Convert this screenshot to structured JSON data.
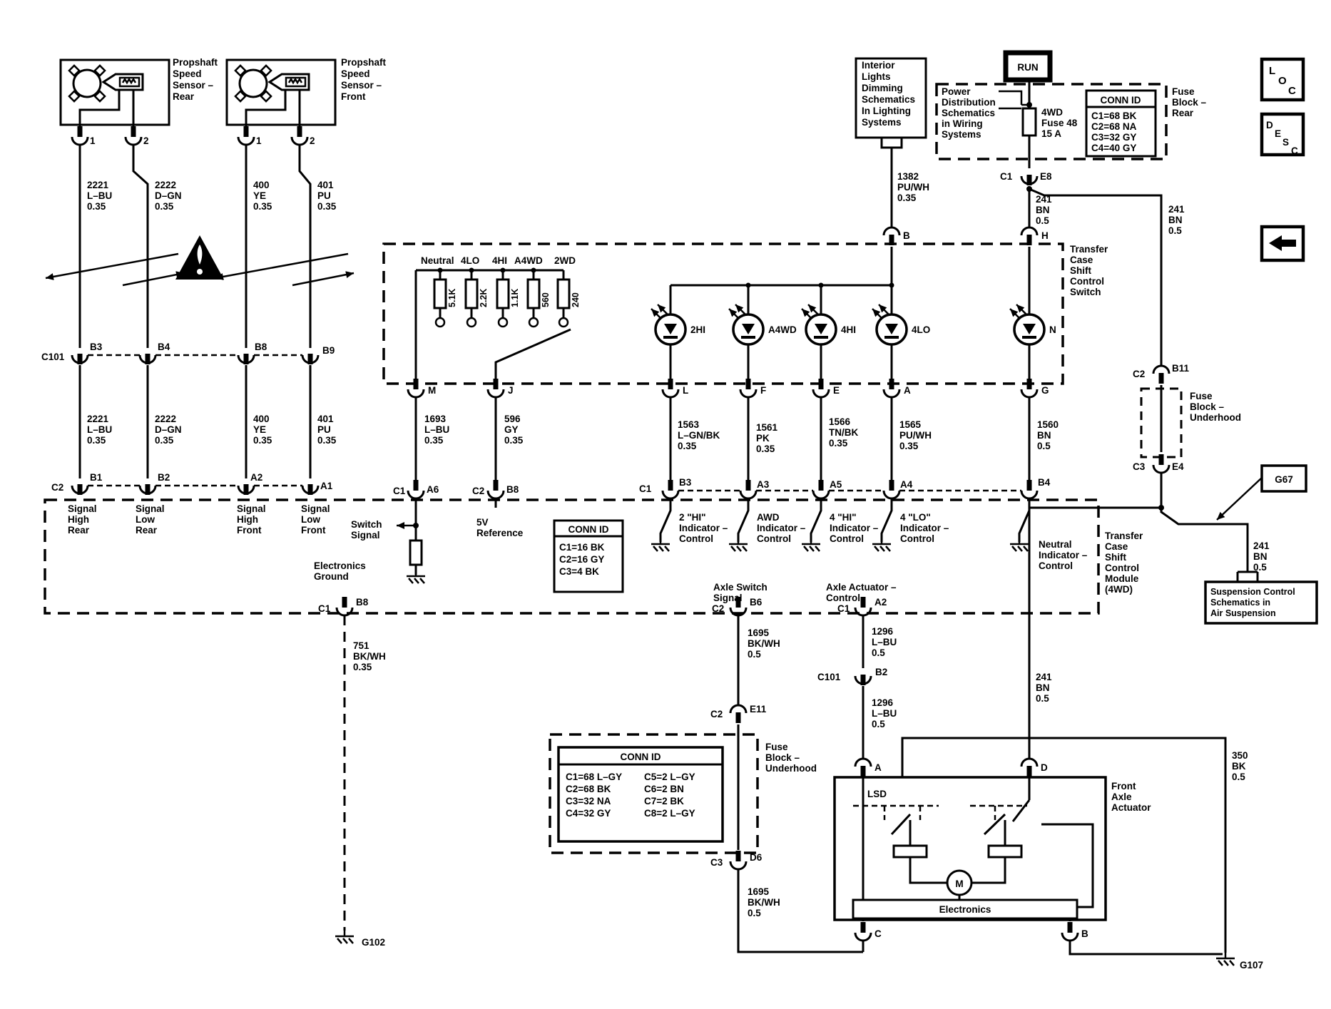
{
  "sensor_rear": {
    "l1": "Propshaft",
    "l2": "Speed",
    "l3": "Sensor –",
    "l4": "Rear"
  },
  "sensor_front": {
    "l1": "Propshaft",
    "l2": "Speed",
    "l3": "Sensor –",
    "l4": "Front"
  },
  "wire": {
    "2221": {
      "code": "2221",
      "color": "L–BU",
      "size": "0.35"
    },
    "2222": {
      "code": "2222",
      "color": "D–GN",
      "size": "0.35"
    },
    "400": {
      "code": "400",
      "color": "YE",
      "size": "0.35"
    },
    "401": {
      "code": "401",
      "color": "PU",
      "size": "0.35"
    },
    "1693": {
      "code": "1693",
      "color": "L–BU",
      "size": "0.35"
    },
    "596": {
      "code": "596",
      "color": "GY",
      "size": "0.35"
    },
    "1563": {
      "code": "1563",
      "color": "L–GN/BK",
      "size": "0.35"
    },
    "1561": {
      "code": "1561",
      "color": "PK",
      "size": "0.35"
    },
    "1566": {
      "code": "1566",
      "color": "TN/BK",
      "size": "0.35"
    },
    "1565": {
      "code": "1565",
      "color": "PU/WH",
      "size": "0.35"
    },
    "1560": {
      "code": "1560",
      "color": "BN",
      "size": "0.5"
    },
    "1382": {
      "code": "1382",
      "color": "PU/WH",
      "size": "0.35"
    },
    "241": {
      "code": "241",
      "color": "BN",
      "size": "0.5"
    },
    "751": {
      "code": "751",
      "color": "BK/WH",
      "size": "0.35"
    },
    "1695": {
      "code": "1695",
      "color": "BK/WH",
      "size": "0.5"
    },
    "1296": {
      "code": "1296",
      "color": "L–BU",
      "size": "0.5"
    },
    "350": {
      "code": "350",
      "color": "BK",
      "size": "0.5"
    }
  },
  "conn": {
    "c101": "C101",
    "c1": "C1",
    "c2": "C2",
    "c3": "C3",
    "b1": "B1",
    "b2": "B2",
    "b3": "B3",
    "b4": "B4",
    "b6": "B6",
    "b8": "B8",
    "b9": "B9",
    "b11": "B11",
    "a1": "A1",
    "a2": "A2",
    "a3": "A3",
    "a4": "A4",
    "a5": "A5",
    "a6": "A6",
    "e4": "E4",
    "e8": "E8",
    "e11": "E11",
    "d6": "D6",
    "m": "M",
    "j": "J",
    "l": "L",
    "f": "F",
    "e": "E",
    "a": "A",
    "g": "G",
    "b": "B",
    "h": "H",
    "d": "D",
    "c": "C",
    "pin1": "1",
    "pin2": "2"
  },
  "tswitch": {
    "name": [
      "Transfer",
      "Case",
      "Shift",
      "Control",
      "Switch"
    ],
    "pos": [
      "Neutral",
      "4LO",
      "4HI",
      "A4WD",
      "2WD"
    ],
    "res": [
      "5.1K",
      "2.2K",
      "1.1K",
      "560",
      "240"
    ],
    "led": [
      "2HI",
      "A4WD",
      "4HI",
      "4LO",
      "N"
    ]
  },
  "module": {
    "sig_hr": [
      "Signal",
      "High",
      "Rear"
    ],
    "sig_lr": [
      "Signal",
      "Low",
      "Rear"
    ],
    "sig_hf": [
      "Signal",
      "High",
      "Front"
    ],
    "sig_lf": [
      "Signal",
      "Low",
      "Front"
    ],
    "sw_sig": [
      "Switch",
      "Signal"
    ],
    "ref5": [
      "5V",
      "Reference"
    ],
    "egnd": [
      "Electronics",
      "Ground"
    ],
    "connid": {
      "title": "CONN ID",
      "r1": "C1=16 BK",
      "r2": "C2=16 GY",
      "r3": "C3=4 BK"
    },
    "ind_2hi": [
      "2 \"HI\"",
      "Indicator –",
      "Control"
    ],
    "ind_awd": [
      "AWD",
      "Indicator –",
      "Control"
    ],
    "ind_4hi": [
      "4 \"HI\"",
      "Indicator –",
      "Control"
    ],
    "ind_4lo": [
      "4 \"LO\"",
      "Indicator –",
      "Control"
    ],
    "ind_n": [
      "Neutral",
      "Indicator –",
      "Control"
    ],
    "axle_sw": [
      "Axle Switch",
      "Signal"
    ],
    "axle_act": [
      "Axle Actuator –",
      "Control"
    ],
    "name": [
      "Transfer",
      "Case",
      "Shift",
      "Control",
      "Module",
      "(4WD)"
    ]
  },
  "topright": {
    "interior": [
      "Interior",
      "Lights",
      "Dimming",
      "Schematics",
      "In Lighting",
      "Systems"
    ],
    "run": "RUN",
    "pdist": [
      "Power",
      "Distribution",
      "Schematics",
      "in Wiring",
      "Systems"
    ],
    "fuse": [
      "4WD",
      "Fuse 48",
      "15 A"
    ],
    "connid": {
      "title": "CONN ID",
      "r1": "C1=68 BK",
      "r2": "C2=68 NA",
      "r3": "C3=32 GY",
      "r4": "C4=40 GY"
    },
    "fbr": [
      "Fuse",
      "Block –",
      "Rear"
    ],
    "loc": {
      "l": "L",
      "o": "O",
      "c": "C"
    },
    "desc": {
      "d": "D",
      "e": "E",
      "s": "S",
      "c": "C"
    }
  },
  "right": {
    "fbu": [
      "Fuse",
      "Block –",
      "Underhood"
    ],
    "g67": "G67",
    "susp": [
      "Suspension Control",
      "Schematics in",
      "Air Suspension"
    ]
  },
  "bottom": {
    "fbu": [
      "Fuse",
      "Block –",
      "Underhood"
    ],
    "connid": {
      "title": "CONN ID",
      "a1": "C1=68 L–GY",
      "a2": "C2=68 BK",
      "a3": "C3=32 NA",
      "a4": "C4=32 GY",
      "b1": "C5=2 L–GY",
      "b2": "C6=2 BN",
      "b3": "C7=2 BK",
      "b4": "C8=2 L–GY"
    },
    "g102": "G102",
    "g107": "G107",
    "act": {
      "name": [
        "Front",
        "Axle",
        "Actuator"
      ],
      "lsd": "LSD",
      "elec": "Electronics",
      "motor": "M"
    }
  }
}
